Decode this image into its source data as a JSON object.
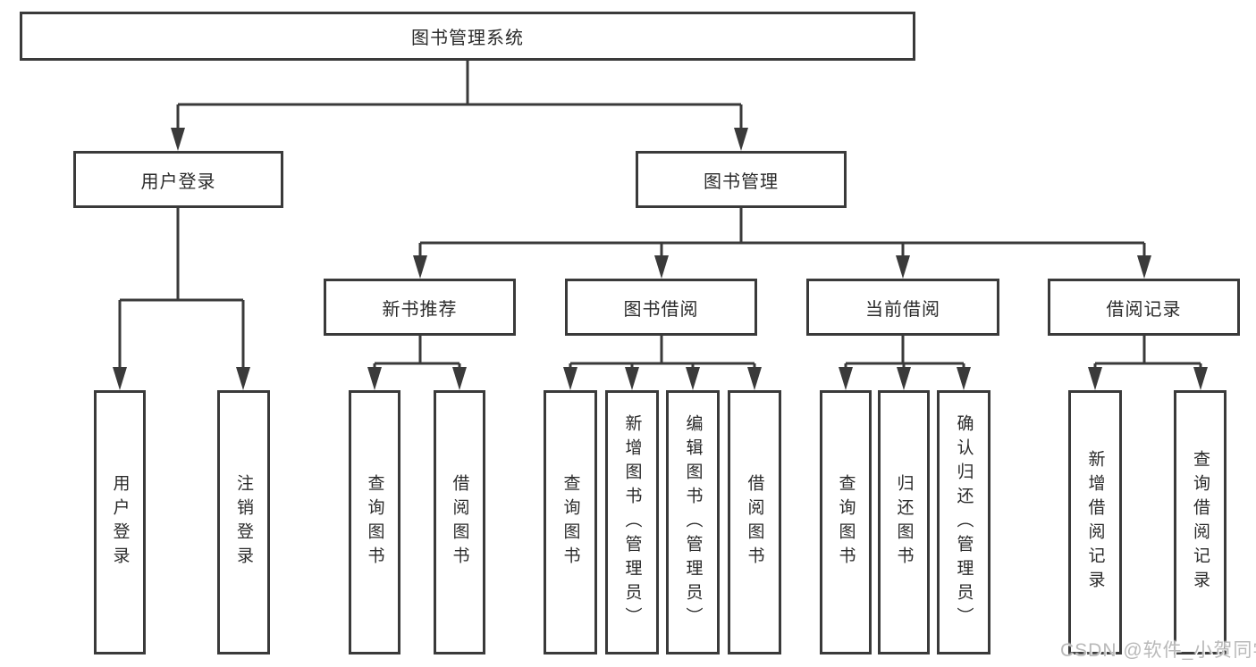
{
  "root": {
    "label": "图书管理系统"
  },
  "level2": {
    "user_login": "用户登录",
    "book_mgmt": "图书管理"
  },
  "level3": {
    "new_books": "新书推荐",
    "borrow": "图书借阅",
    "current": "当前借阅",
    "records": "借阅记录"
  },
  "leaves": {
    "user_login": [
      "用户登录",
      "注销登录"
    ],
    "new_books": [
      "查询图书",
      "借阅图书"
    ],
    "borrow": [
      "查询图书",
      "新增图书（管理员）",
      "编辑图书（管理员）",
      "借阅图书"
    ],
    "current": [
      "查询图书",
      "归还图书",
      "确认归还（管理员）"
    ],
    "records": [
      "新增借阅记录",
      "查询借阅记录"
    ]
  },
  "watermark": "CSDN @软件_小贺同学",
  "colors": {
    "line": "#3a3a3a",
    "text": "#2b2b2b",
    "watermark": "#b9b9b9",
    "background": "#ffffff"
  }
}
